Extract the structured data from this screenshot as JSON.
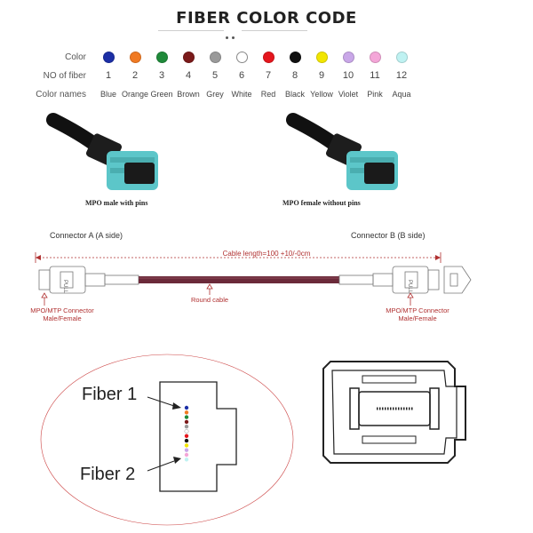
{
  "title": "FIBER COLOR CODE",
  "table": {
    "color_label": "Color",
    "number_label": "NO of fiber",
    "names_label": "Color names",
    "fibers": [
      {
        "no": "1",
        "name": "Blue",
        "color": "#1c2fa6"
      },
      {
        "no": "2",
        "name": "Orange",
        "color": "#f07a23"
      },
      {
        "no": "3",
        "name": "Green",
        "color": "#1f8a3a"
      },
      {
        "no": "4",
        "name": "Brown",
        "color": "#7b1a1a"
      },
      {
        "no": "5",
        "name": "Grey",
        "color": "#9a9a9a"
      },
      {
        "no": "6",
        "name": "White",
        "color": "#ffffff"
      },
      {
        "no": "7",
        "name": "Red",
        "color": "#e5161d"
      },
      {
        "no": "8",
        "name": "Black",
        "color": "#111111"
      },
      {
        "no": "9",
        "name": "Yellow",
        "color": "#f2e600"
      },
      {
        "no": "10",
        "name": "Violet",
        "color": "#c9a7e8"
      },
      {
        "no": "11",
        "name": "Pink",
        "color": "#f4a6d8"
      },
      {
        "no": "12",
        "name": "Aqua",
        "color": "#bff2f2"
      }
    ]
  },
  "photos": {
    "male_caption": "MPO male with pins",
    "female_caption": "MPO female without pins"
  },
  "cable": {
    "connector_a": "Connector A (A side)",
    "connector_b": "Connector B (B side)",
    "length_label": "Cable length=100  +10/-0cm",
    "round_cable": "Round cable",
    "left_connector_line1": "MPO/MTP Connector",
    "left_connector_line2": "Male/Female",
    "right_connector_line1": "MPO/MTP Connector",
    "right_connector_line2": "Male/Female"
  },
  "endface": {
    "fiber_1": "Fiber 1",
    "fiber_2": "Fiber 2"
  },
  "colors": {
    "accent_red": "#b03030",
    "aqua_body": "#5cc6c9",
    "cable_maroon": "#6b2a3a"
  }
}
